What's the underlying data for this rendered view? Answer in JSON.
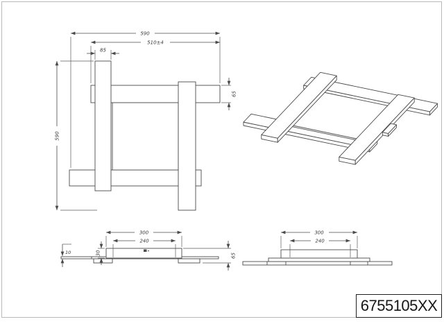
{
  "sheet": {
    "article_number": "6755105XX"
  },
  "plan_view": {
    "dim_width_total": "590",
    "dim_mount_distance": "510±4",
    "dim_bar_width": "85",
    "dim_height_total": "590",
    "dim_bar_depth": "65"
  },
  "side_view_front": {
    "dim_canopy_width": "300",
    "dim_canopy_inner_width": "240",
    "dim_base_thickness": "10",
    "dim_canopy_height": "30",
    "dim_total_height": "65"
  },
  "side_view_side": {
    "dim_canopy_width": "300",
    "dim_canopy_inner_width": "240"
  },
  "colors": {
    "line": "#4a4a4a",
    "text": "#3a3a3a",
    "border": "#b9b9b9",
    "background": "#ffffff"
  }
}
